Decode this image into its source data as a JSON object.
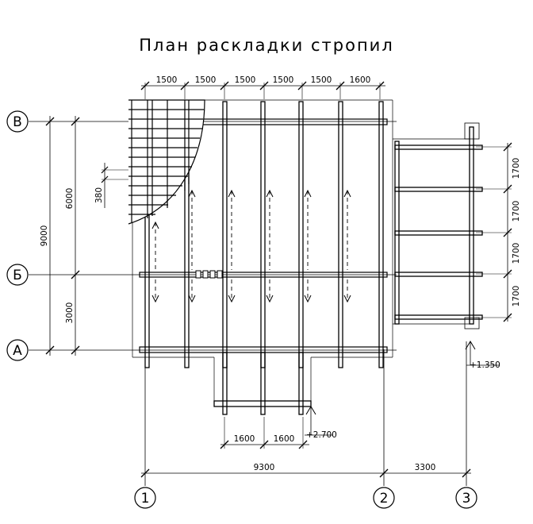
{
  "title": "План раскладки стропил",
  "axes": {
    "rows": [
      "В",
      "Б",
      "А"
    ],
    "cols": [
      "1",
      "2",
      "3"
    ]
  },
  "dimensions": {
    "top": [
      "1500",
      "1500",
      "1500",
      "1500",
      "1500",
      "1600"
    ],
    "left_inner": [
      "6000",
      "3000"
    ],
    "left_outer": "9000",
    "left_sheathing": "380",
    "right": [
      "1700",
      "1700",
      "1700",
      "1700"
    ],
    "bottom_porch": [
      "1600",
      "1600"
    ],
    "bottom_axes": [
      "9300",
      "3300"
    ]
  },
  "elevations": [
    "+2.700",
    "+1.350"
  ]
}
